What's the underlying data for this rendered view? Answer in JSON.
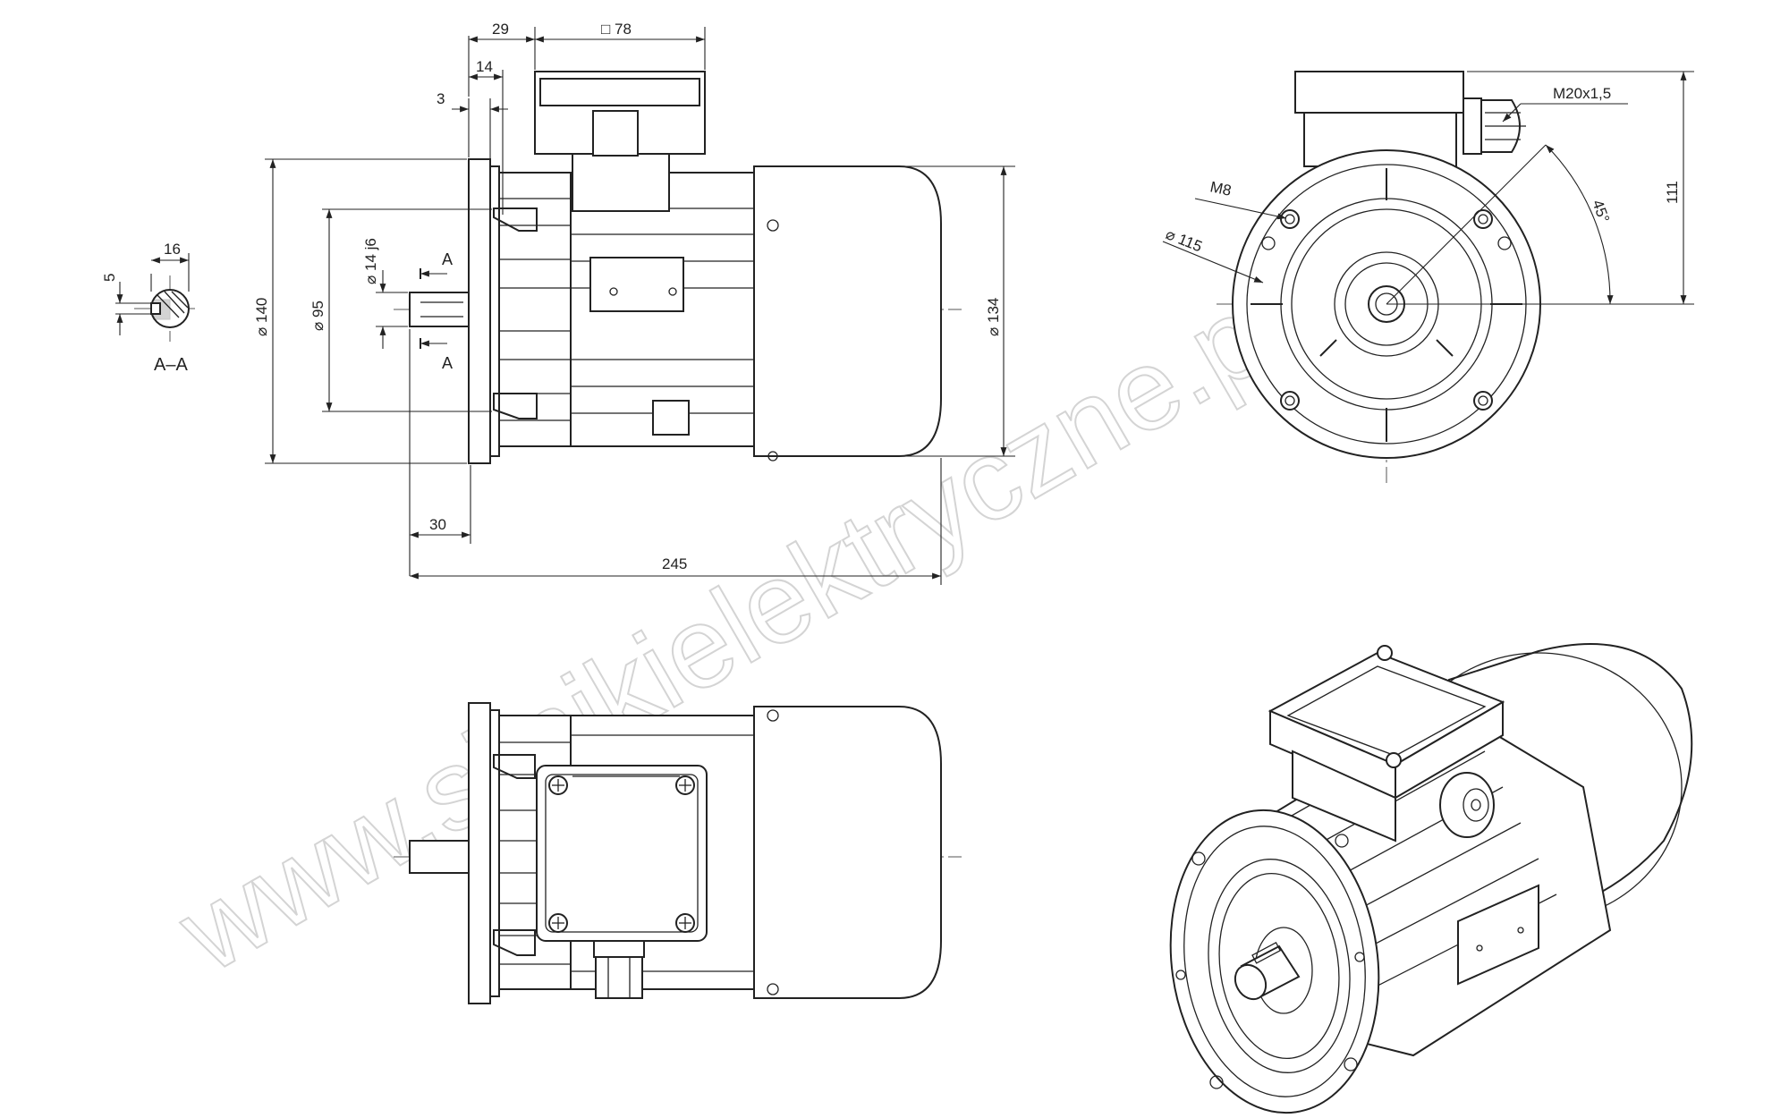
{
  "watermark": "www.silnikielektryczne.pl",
  "section_label": "A–A",
  "cut_marks": {
    "top": "A",
    "bottom": "A"
  },
  "dimensions": {
    "key_width": "16",
    "key_height": "5",
    "flange_diameter": "140",
    "spigot_diameter": "95",
    "shaft_diameter": "14 j6",
    "flange_offset_3": "3",
    "flange_offset_14": "14",
    "terminal_offset_29": "29",
    "terminal_box": "78",
    "shaft_length": "30",
    "overall_length": "245",
    "frame_diameter": "134",
    "bolt_thread": "M8",
    "pitch_circle": "115",
    "gland_thread": "M20x1,5",
    "angle": "45°",
    "box_height": "111"
  },
  "symbols": {
    "diameter": "⌀",
    "square": "□"
  }
}
